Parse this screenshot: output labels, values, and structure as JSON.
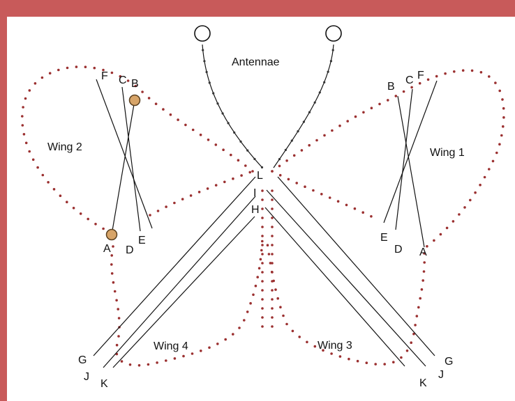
{
  "colors": {
    "frame": "#c85a5a",
    "background": "#ffffff",
    "dotted_outline": "#9b3030",
    "stitch_lines": "#111111",
    "bead": "#d7a468"
  },
  "titles": {
    "antennae": "Antennae",
    "wing1": "Wing 1",
    "wing2": "Wing 2",
    "wing3": "Wing 3",
    "wing4": "Wing 4"
  },
  "points": {
    "wing2_top": [
      "F",
      "C",
      "B"
    ],
    "wing2_bottom": [
      "A",
      "D",
      "E"
    ],
    "wing1_top": [
      "B",
      "C",
      "F"
    ],
    "wing1_bottom": [
      "E",
      "D",
      "A"
    ],
    "center": [
      "L",
      "I",
      "H"
    ],
    "wing4_bottom": [
      "G",
      "J",
      "K"
    ],
    "wing3_bottom": [
      "K",
      "J",
      "G"
    ]
  },
  "icons": [
    "ring-icon",
    "bead-icon"
  ]
}
